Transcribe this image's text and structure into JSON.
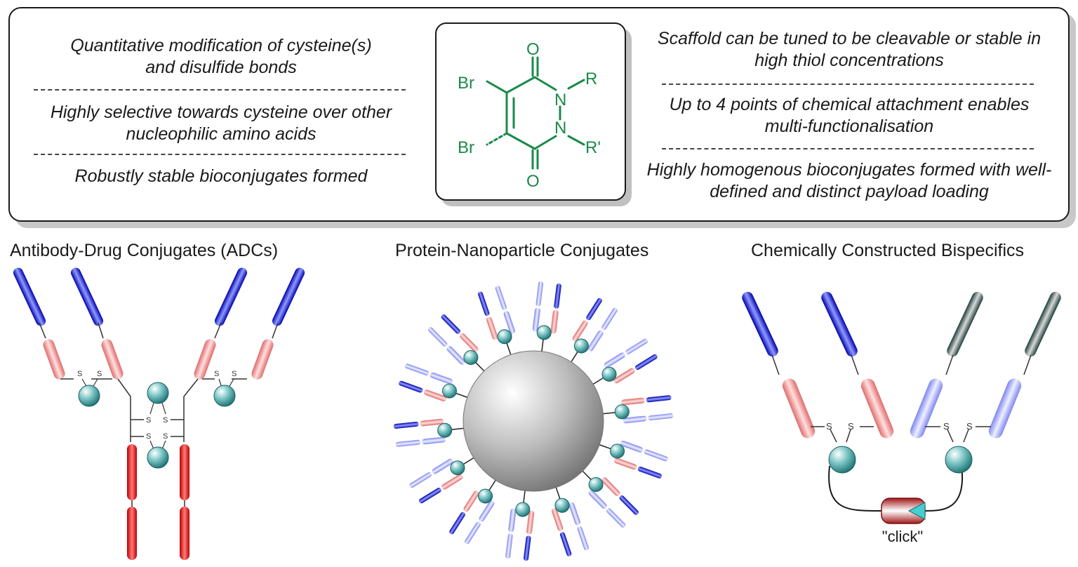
{
  "left_features": [
    "Quantitative modification of cysteine(s) and disulfide bonds",
    "Highly selective towards cysteine over other nucleophilic amino acids",
    "Robustly stable bioconjugates formed"
  ],
  "right_features": [
    "Scaffold can be tuned to be cleavable or stable in high thiol concentrations",
    "Up to 4 points of chemical attachment enables multi-functionalisation",
    "Highly homogenous bioconjugates formed with well-defined and distinct payload loading"
  ],
  "molecule": {
    "atom_O_top": "O",
    "atom_O_bottom": "O",
    "atom_Br_top": "Br",
    "atom_Br_bottom": "Br",
    "atom_N_top": "N",
    "atom_N_bottom": "N",
    "sub_R": "R",
    "sub_R_prime": "R'",
    "color": "#1a8a4a"
  },
  "sections": {
    "adc_title": "Antibody-Drug Conjugates (ADCs)",
    "nano_title": "Protein-Nanoparticle Conjugates",
    "bispec_title": "Chemically Constructed Bispecifics"
  },
  "labels": {
    "sulfur": "S",
    "click": "\"click\""
  },
  "colors": {
    "heavy_blue": "#2233dd",
    "light_red": "#ee8888",
    "heavy_red": "#ee1111",
    "teal_ball": "#2a9a9a",
    "dark_grey": "#333333"
  }
}
